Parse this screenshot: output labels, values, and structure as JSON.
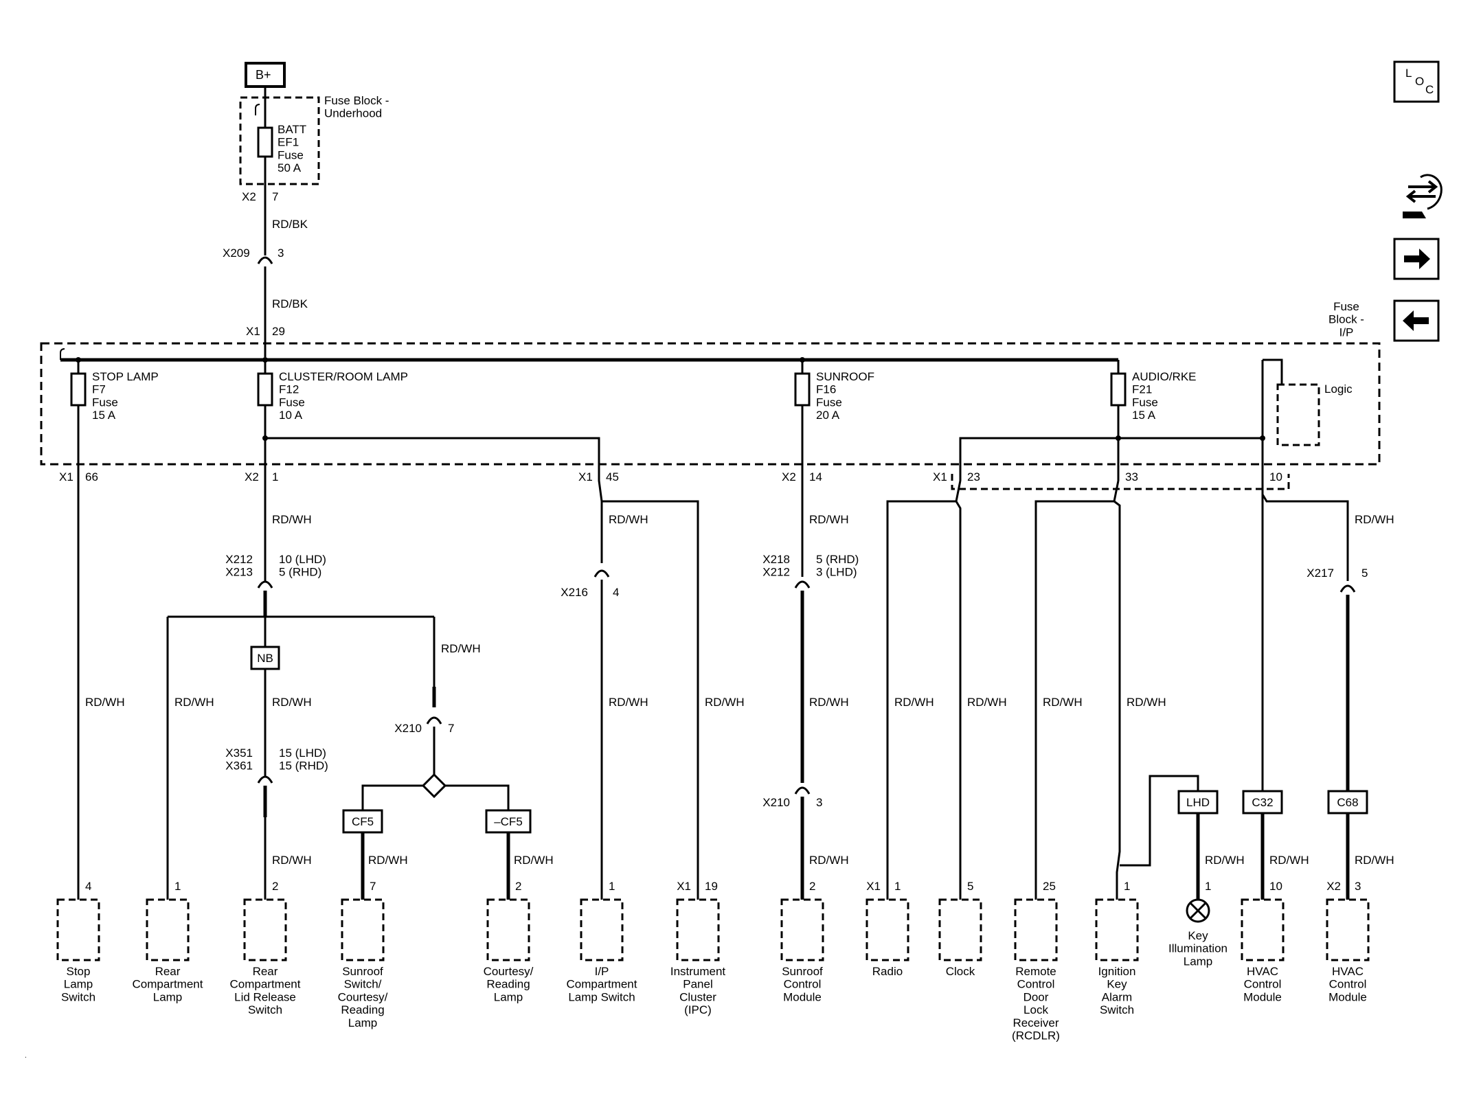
{
  "power": {
    "b_plus": "B+"
  },
  "fuse_block_underhood": {
    "label": "Fuse Block -\nUnderhood",
    "fuse": "BATT\nEF1\nFuse\n50 A",
    "conn": "X2",
    "pin": "7"
  },
  "nav": {
    "loc": "L O C"
  },
  "top_wires": {
    "wire1": "RD/BK",
    "x209": {
      "conn": "X209",
      "pin": "3"
    },
    "wire2": "RD/BK",
    "x1_conn": "X1",
    "x1_pin": "29"
  },
  "fuse_block_ip": {
    "label": "Fuse\nBlock -\nI/P",
    "logic": "Logic",
    "fuses": [
      {
        "text": "STOP LAMP\nF7\nFuse\n15 A"
      },
      {
        "text": "CLUSTER/ROOM LAMP\nF12\nFuse\n10 A"
      },
      {
        "text": "SUNROOF\nF16\nFuse\n20 A"
      },
      {
        "text": "AUDIO/RKE\nF21\nFuse\n15 A"
      }
    ]
  },
  "pins_below_block": [
    {
      "conn": "X1",
      "pin": "66"
    },
    {
      "conn": "X2",
      "pin": "1"
    },
    {
      "conn": "X1",
      "pin": "45"
    },
    {
      "conn": "X2",
      "pin": "14"
    },
    {
      "conn": "X1",
      "pin": "23"
    },
    {
      "pin": "33"
    },
    {
      "pin": "10"
    }
  ],
  "wire_labels": {
    "rdwh": "RD/WH"
  },
  "inline_connectors": [
    {
      "id": "x212_213",
      "conns": "X212\nX213",
      "pins": "10 (LHD)\n5 (RHD)"
    },
    {
      "id": "x216",
      "conns": "X216",
      "pins": "4"
    },
    {
      "id": "x218_212",
      "conns": "X218\nX212",
      "pins": "5 (RHD)\n3 (LHD)"
    },
    {
      "id": "x217",
      "conns": "X217",
      "pins": "5"
    },
    {
      "id": "x210a",
      "conns": "X210",
      "pins": "7"
    },
    {
      "id": "x351_361",
      "conns": "X351\nX361",
      "pins": "15 (LHD)\n15 (RHD)"
    },
    {
      "id": "x210b",
      "conns": "X210",
      "pins": "3"
    }
  ],
  "option_tags": {
    "nb": "NB",
    "cf5": "CF5",
    "not_cf5": "–CF5",
    "lhd": "LHD",
    "c32": "C32",
    "c68": "C68"
  },
  "components": [
    {
      "pin": "4",
      "name": "Stop\nLamp\nSwitch"
    },
    {
      "pin": "1",
      "name": "Rear\nCompartment\nLamp"
    },
    {
      "pin": "2",
      "name": "Rear\nCompartment\nLid Release\nSwitch"
    },
    {
      "pin": "7",
      "name": "Sunroof\nSwitch/\nCourtesy/\nReading\nLamp"
    },
    {
      "pin": "2",
      "name": "Courtesy/\nReading\nLamp"
    },
    {
      "pin": "1",
      "name": "I/P\nCompartment\nLamp Switch"
    },
    {
      "conn": "X1",
      "pin": "19",
      "name": "Instrument\nPanel\nCluster\n(IPC)"
    },
    {
      "pin": "2",
      "name": "Sunroof\nControl\nModule"
    },
    {
      "conn": "X1",
      "pin": "1",
      "name": "Radio"
    },
    {
      "pin": "5",
      "name": "Clock"
    },
    {
      "pin": "25",
      "name": "Remote\nControl\nDoor\nLock\nReceiver\n(RCDLR)"
    },
    {
      "pin": "1",
      "name": "Ignition\nKey\nAlarm\nSwitch"
    },
    {
      "pin": "1",
      "name": "Key\nIllumination\nLamp"
    },
    {
      "pin": "10",
      "name": "HVAC\nControl\nModule"
    },
    {
      "conn": "X2",
      "pin": "3",
      "name": "HVAC\nControl\nModule"
    }
  ]
}
